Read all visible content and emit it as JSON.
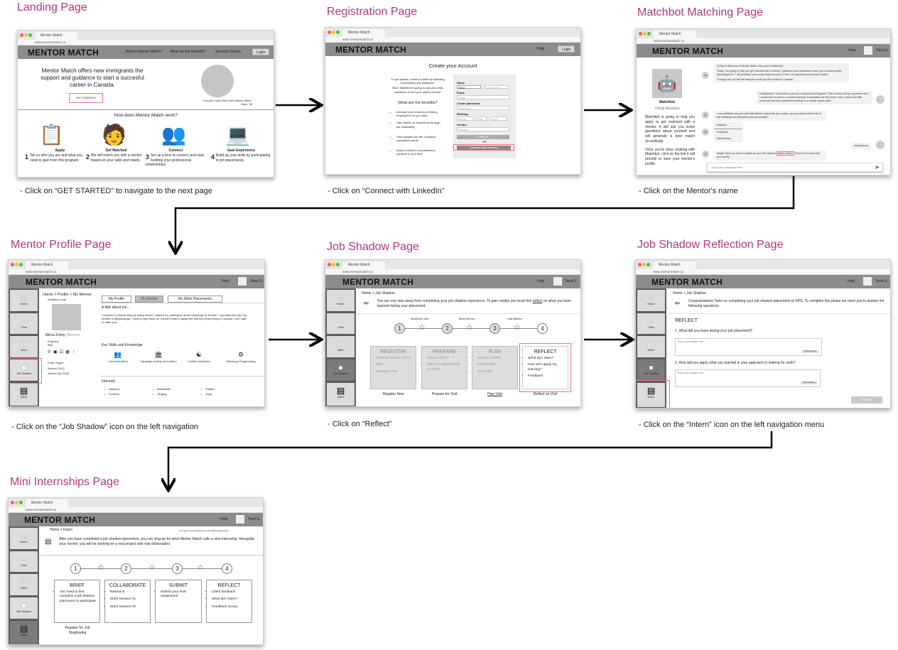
{
  "common": {
    "tab_title": "Mentor Match",
    "url": "www.mentormatch.ca",
    "logo": "MENTOR MATCH",
    "help": "Help",
    "login": "Login",
    "user": "Tanvi S.",
    "accent": "#b0397f",
    "nav": {
      "home": "Home",
      "chat": "Chat",
      "meet": "Meet",
      "job_shadow": "Job Shadow",
      "intern": "Intern"
    }
  },
  "landing": {
    "title": "Landing Page",
    "nav": [
      "What is Mentor Match?",
      "What are the benefits?",
      "Success Stories"
    ],
    "hero": "Mentor Match offers new immigrants the support and guidance to start a succesful career in Canada.",
    "cta": "GET STARTED",
    "quote": "\"I couldn't have done this without Mimo\"",
    "quote_by": "-Tanvi, 30",
    "how": "How does Mentor Match work?",
    "steps": [
      {
        "n": "1",
        "title": "Apply",
        "desc": "Tell us who you are and what you need to gain from this program."
      },
      {
        "n": "2",
        "title": "Get Matched",
        "desc": "We will match you with a mentor based on your skills and needs."
      },
      {
        "n": "3",
        "title": "Connect",
        "desc": "Set up a time to connect and start building your professional relationships."
      },
      {
        "n": "4",
        "title": "Gain Experience",
        "desc": "Build up your skills by participating in job placements."
      }
    ],
    "caption": "- Click on “GET STARTED” to navigate to the next page"
  },
  "registration": {
    "title": "Registration Page",
    "heading": "Create your Account",
    "intro1": "To get started, create a profile by selecting a username and password.",
    "intro2": "Next, Matchbot is going to ask you a few questions to find your perfect mentor",
    "benefits_title": "What are the benefits?",
    "benefits": [
      "Increase your chances of finding employment in your field",
      "Gain hands-on experience through job shadowing",
      "Gain insights into the Canadian workplace culture",
      "Build a network of professional contacts in your field"
    ],
    "form": {
      "name_label": "Name",
      "first": "Tanvi",
      "last_ph": "Last Name",
      "email_label": "Email",
      "email_ph": "email",
      "pw_label": "Create password",
      "pw_ph": "Password",
      "bday_label": "Birthday",
      "month_ph": "Month",
      "day_ph": "Day",
      "year_ph": "Year",
      "gender_label": "Gender",
      "gender_ph": "Female",
      "continue": "Continue",
      "or": "OR",
      "linkedin": "Connect with LinkedIn"
    },
    "caption": "- Click on “Connect with LinkedIn”"
  },
  "matchbot": {
    "title": "Matchbot Matching Page",
    "bot_name": "Matchbot",
    "bot_role": "Virtual Assistant",
    "desc1": "Matchbot is going to help you apply to get matched with a mentor. It will ask you some questions about yourself and will generate a best match accordingly.",
    "desc2": "Once you're done chatting with Matchbot, click on the link it will provide to view your mentor's profile.",
    "msg1a": "Hi Tanvi! Welcome to Mentor Match. My name is Matchbot.",
    "msg1b": "Today I am going to help you get matched with a mentor. I gathered your information from your LinkedIn profile and analyzed it. I will probably need some help from you so that I can generate your perfect match.",
    "msg1c": "To begin can you tell me what job would you like to land in Canada?",
    "msg2": "Hi Matchbot! I would like to work as a Mechanical Engineer. This is where all my experience is in. I would love to work in a nuclear industry. It fascinates me the most! I wish I could chat with someone who has experience working in a nuclear power plant.",
    "msg3": "I can definitely help you with that! Before I generate your match, can you select which one of the following best describes your personality?",
    "options": [
      "Adaptive",
      "Ambitious",
      "Adventurous"
    ],
    "msg4": "Adventurous",
    "msg5a": "Alright Tanvi, we found a match for you! Her name is",
    "mentor_link": "Mirna Zohiry!",
    "msg5b": "She'll be in touch with you shortly.",
    "input_ph": "Type your message here...",
    "caption": "- Click on the Mentor's name"
  },
  "profile": {
    "title": "Mentor Profile Page",
    "breadcrumb": "Home > Profile > My Mentor",
    "status": "Available to chat",
    "name": "Mirna Zohiry",
    "role": "(Mentor)",
    "job": "Engineer",
    "company": "IBM",
    "from": "From: Egypt",
    "arrived": "Arrived: 2012",
    "joined": "Joined: Apr 2018",
    "tabs": [
      "My Profile",
      "My Mentor",
      "My Work Placements"
    ],
    "about_title": "A little about me...",
    "about": "I moved to Canada with my family before I started my undergrad at the University of Toronto. I currently live with my brother in Mississauga. I want to give back as I found it hard to adapt the first few years living in Canada. Can't wait to meet you!",
    "skills_title": "Key Skills and Knowledge",
    "skills": [
      "Communication",
      "Canadian society and culture",
      "Conflict resolution",
      "Working in Engineering"
    ],
    "interests_title": "Interests",
    "interests": [
      "Dancing",
      "Cooking",
      "Basketball",
      "Singing",
      "Politics",
      "Yoga"
    ],
    "caption": "- Click on the “Job Shadow” icon on the left navigation"
  },
  "jobshadow": {
    "title": "Job Shadow Page",
    "breadcrumb": "Home > Job Shadow",
    "intro_a": "You are one step away from completing your job shadow experience. To gain credits you must first",
    "intro_link": "reflect",
    "intro_b": "on what you have learned during your placement.",
    "milestones": [
      "Schedule Visit",
      "Meet Mentor",
      "Visit Mentor"
    ],
    "steps": [
      "1",
      "2",
      "3",
      "4"
    ],
    "cards": [
      {
        "title": "REGISTER",
        "items": [
          "Criminal Record Check",
          "NDA",
          "Schedule Visit"
        ],
        "link": "Register Now"
      },
      {
        "title": "PREPARE",
        "items": [
          "What is OPG?",
          "What do engineers do at OPG?"
        ],
        "link": "Prepare for Visit"
      },
      {
        "title": "PLAN",
        "items": [
          "Where is OPG?",
          "Dress Code",
          "Set Goals"
        ],
        "link": "Plan Visit"
      },
      {
        "title": "REFLECT",
        "items": [
          "What did I learn?",
          "How will I apply my learning?",
          "Feedback"
        ],
        "link": "Reflect on Visit"
      }
    ],
    "caption": "- Click on “Reflect”"
  },
  "reflection": {
    "title": "Job Shadow Reflection Page",
    "breadcrumb": "Home > Job Shadow",
    "intro": "Congratulations Tanvi on completing your job shadow placement at OPG. To complete this phase we need you to answer the following questions.",
    "heading": "REFLECT",
    "q1": "1. What did you learn during your job placement?",
    "q2": "2. How will you apply what you learned in your approach to looking for work?",
    "answer_ph": "Enter your answer here...",
    "post": "Post Answer",
    "submit": "SUBMIT",
    "caption": "- Click on the “Intern” icon on the left navigation menu"
  },
  "intern": {
    "title": "Mini Internships Page",
    "breadcrumb": "Home > Intern",
    "notice": "You have not completed your job shadow placement",
    "intro": "After you have completed a job shadow placement, you can sing-up for what Mentor Match calls a mini-internship. Alongside your mentor, you will be working on a real project with real deliverables",
    "steps": [
      "1",
      "2",
      "3",
      "4"
    ],
    "cards": [
      {
        "title": "BRIEF",
        "items": [
          "You need to first complete a job shadow placement to participate"
        ]
      },
      {
        "title": "COLLABORATE",
        "items": [
          "Research",
          "Work Session #1",
          "Work Session #2"
        ]
      },
      {
        "title": "SUBMIT",
        "items": [
          "Submit your final assignment"
        ]
      },
      {
        "title": "REFLECT",
        "items": [
          "Client feedback",
          "What did I learn?",
          "Feedback survey"
        ]
      }
    ],
    "register": "Register for Job Shadowing"
  }
}
